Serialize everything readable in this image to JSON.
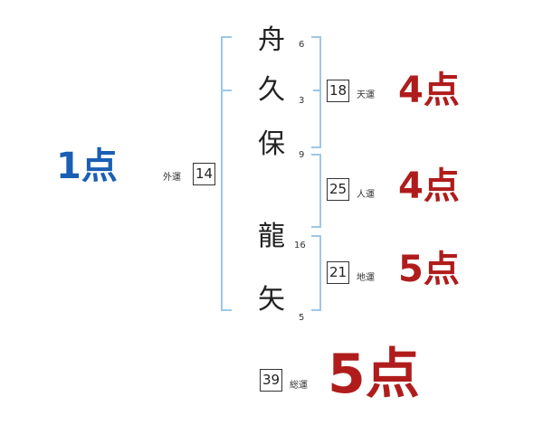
{
  "name": {
    "chars": [
      "舟",
      "久",
      "保",
      "龍",
      "矢"
    ],
    "strokes": [
      "6",
      "3",
      "9",
      "16",
      "5"
    ]
  },
  "fortunes": {
    "gaiun": {
      "label": "外運",
      "value": "14",
      "score": "1点"
    },
    "tenun": {
      "label": "天運",
      "value": "18",
      "score": "4点"
    },
    "jinun": {
      "label": "人運",
      "value": "25",
      "score": "4点"
    },
    "chiun": {
      "label": "地運",
      "value": "21",
      "score": "5点"
    },
    "souun": {
      "label": "総運",
      "value": "39",
      "score": "5点"
    }
  },
  "colors": {
    "bracket": "#9cc8e6",
    "good": "#b01c1c",
    "bad": "#1a5fb4"
  }
}
